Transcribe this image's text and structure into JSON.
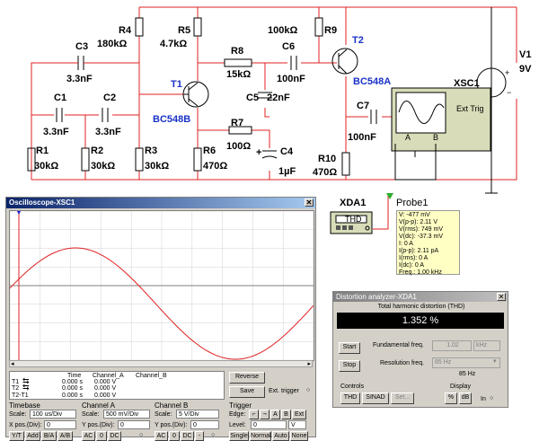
{
  "schematic": {
    "components": {
      "r4": {
        "name": "R4",
        "value": "180kΩ"
      },
      "r5": {
        "name": "R5",
        "value": "4.7kΩ"
      },
      "r9": {
        "name": "R9",
        "value": "100kΩ"
      },
      "r8": {
        "name": "R8",
        "value": "15kΩ"
      },
      "c3": {
        "name": "C3",
        "value": "3.3nF"
      },
      "c6": {
        "name": "C6",
        "value": "100nF"
      },
      "c5": {
        "name": "C5",
        "value": "22nF"
      },
      "c1": {
        "name": "C1",
        "value": "3.3nF"
      },
      "c2": {
        "name": "C2",
        "value": "3.3nF"
      },
      "t1": {
        "name": "T1",
        "model": "BC548B"
      },
      "t2": {
        "name": "T2",
        "model": "BC548A"
      },
      "r7": {
        "name": "R7",
        "value": "100Ω"
      },
      "c4": {
        "name": "C4",
        "value": "1µF"
      },
      "c7": {
        "name": "C7",
        "value": "100nF"
      },
      "r1": {
        "name": "R1",
        "value": "30kΩ"
      },
      "r2": {
        "name": "R2",
        "value": "30kΩ"
      },
      "r3": {
        "name": "R3",
        "value": "30kΩ"
      },
      "r6": {
        "name": "R6",
        "value": "470Ω"
      },
      "r10": {
        "name": "R10",
        "value": "470Ω"
      },
      "v1": {
        "name": "V1",
        "value": "9V"
      },
      "xsc1": {
        "name": "XSC1",
        "ext_trig": "Ext Trig",
        "ch_a": "A",
        "ch_b": "B"
      },
      "xda1": {
        "name": "XDA1",
        "label": "THD"
      }
    },
    "probe": {
      "name": "Probe1",
      "lines": [
        "V: -477 mV",
        "V(p-p): 2.11 V",
        "V(rms): 749 mV",
        "V(dc): -37.3 mV",
        "I: 0 A",
        "I(p-p): 2.11 pA",
        "I(rms): 0 A",
        "I(dc): 0 A",
        "Freq.: 1.00 kHz"
      ]
    },
    "colors": {
      "wire": "#e02020",
      "transistor_label": "#1a32c8"
    }
  },
  "oscilloscope": {
    "title": "Oscilloscope-XSC1",
    "trace_color": "#e02020",
    "readout": {
      "headers": [
        "Time",
        "Channel_A",
        "Channel_B"
      ],
      "rows": [
        {
          "label": "T1",
          "time": "0.000 s",
          "ch_a": "0.000 V"
        },
        {
          "label": "T2",
          "time": "0.000 s",
          "ch_a": "0.000 V"
        },
        {
          "label": "T2-T1",
          "time": "0.000 s",
          "ch_a": "0.000 V"
        }
      ]
    },
    "buttons": {
      "reverse": "Reverse",
      "save": "Save",
      "ext_trigger": "Ext. trigger"
    },
    "timebase": {
      "title": "Timebase",
      "scale_label": "Scale:",
      "scale": "100 us/Div",
      "xpos_label": "X pos.(Div):",
      "xpos": "0",
      "modes": [
        "Y/T",
        "Add",
        "B/A",
        "A/B"
      ]
    },
    "channel_a": {
      "title": "Channel A",
      "scale_label": "Scale:",
      "scale": "500 mV/Div",
      "ypos_label": "Y pos.(Div):",
      "ypos": "0",
      "coupling": [
        "AC",
        "0",
        "DC"
      ]
    },
    "channel_b": {
      "title": "Channel B",
      "scale_label": "Scale:",
      "scale": "5 V/Div",
      "ypos_label": "Y pos.(Div):",
      "ypos": "0",
      "coupling": [
        "AC",
        "0",
        "DC",
        "-"
      ]
    },
    "trigger": {
      "title": "Trigger",
      "edge_label": "Edge:",
      "edge_options": [
        "A",
        "B",
        "Ext"
      ],
      "level_label": "Level:",
      "level": "0",
      "level_unit": "V",
      "modes": [
        "Single",
        "Normal",
        "Auto",
        "None"
      ]
    }
  },
  "distortion": {
    "title": "Distortion analyzer-XDA1",
    "heading": "Total harmonic distortion (THD)",
    "value": "1.352 %",
    "start": "Start",
    "stop": "Stop",
    "fundamental_label": "Fundamental freq.",
    "fundamental_value": "1.02",
    "fundamental_unit": "kHz",
    "resolution_label": "Resolution freq.",
    "resolution_value": "85 Hz",
    "resolution_display": "85 Hz",
    "controls_title": "Controls",
    "controls": [
      "THD",
      "SINAD",
      "Set..."
    ],
    "display_title": "Display",
    "display": [
      "%",
      "dB"
    ],
    "in_label": "In"
  }
}
